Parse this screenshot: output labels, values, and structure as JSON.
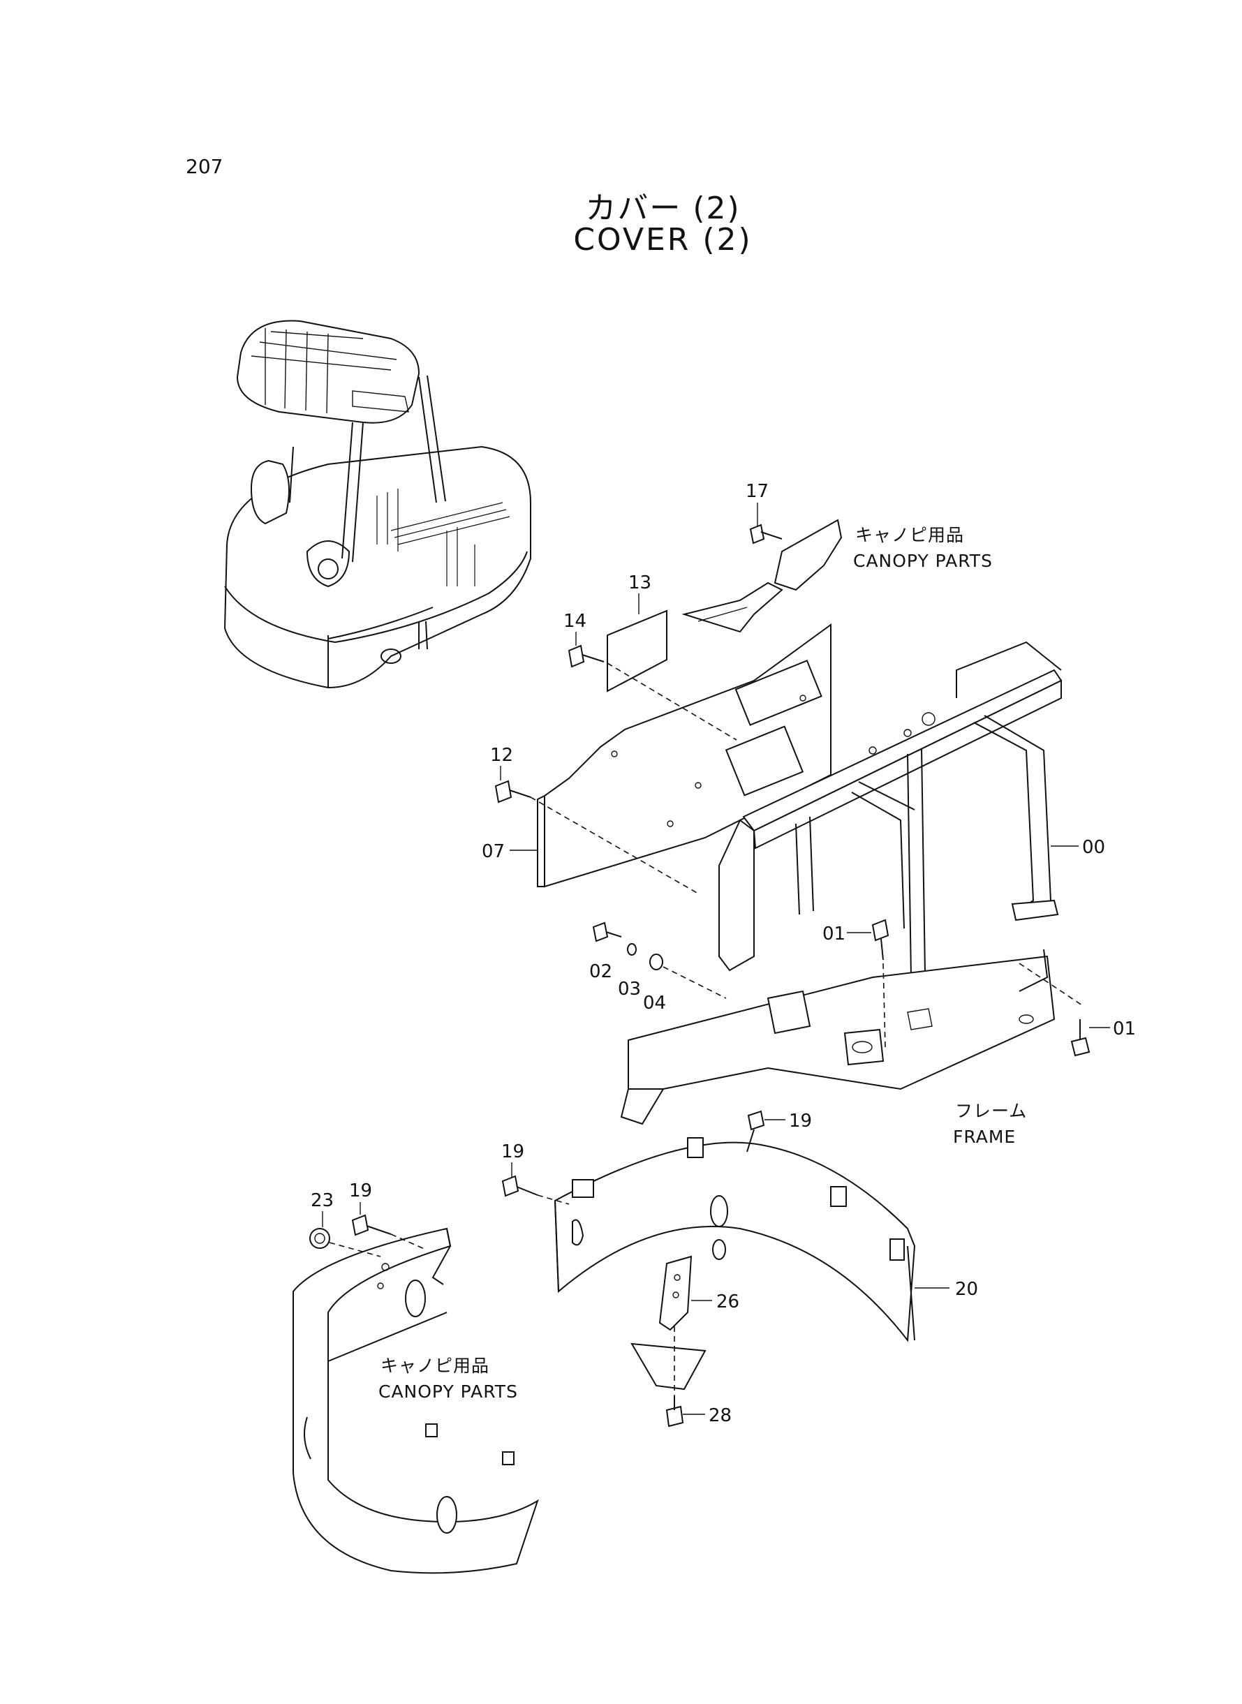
{
  "page": {
    "number": "207"
  },
  "title": {
    "japanese": "カバー (2)",
    "english": "COVER (2)"
  },
  "callouts": [
    {
      "id": "17",
      "label": "17"
    },
    {
      "id": "13",
      "label": "13"
    },
    {
      "id": "14",
      "label": "14"
    },
    {
      "id": "12",
      "label": "12"
    },
    {
      "id": "07",
      "label": "07"
    },
    {
      "id": "00",
      "label": "00"
    },
    {
      "id": "01a",
      "label": "01"
    },
    {
      "id": "01b",
      "label": "01"
    },
    {
      "id": "02",
      "label": "02"
    },
    {
      "id": "03",
      "label": "03"
    },
    {
      "id": "04",
      "label": "04"
    },
    {
      "id": "19a",
      "label": "19"
    },
    {
      "id": "19b",
      "label": "19"
    },
    {
      "id": "19c",
      "label": "19"
    },
    {
      "id": "20",
      "label": "20"
    },
    {
      "id": "23",
      "label": "23"
    },
    {
      "id": "26",
      "label": "26"
    },
    {
      "id": "28",
      "label": "28"
    }
  ],
  "notes": {
    "canopy_upper": {
      "jp": "キャノピ用品",
      "en": "CANOPY PARTS"
    },
    "canopy_lower": {
      "jp": "キャノピ用品",
      "en": "CANOPY PARTS"
    },
    "frame": {
      "jp": "フレーム",
      "en": "FRAME"
    }
  }
}
